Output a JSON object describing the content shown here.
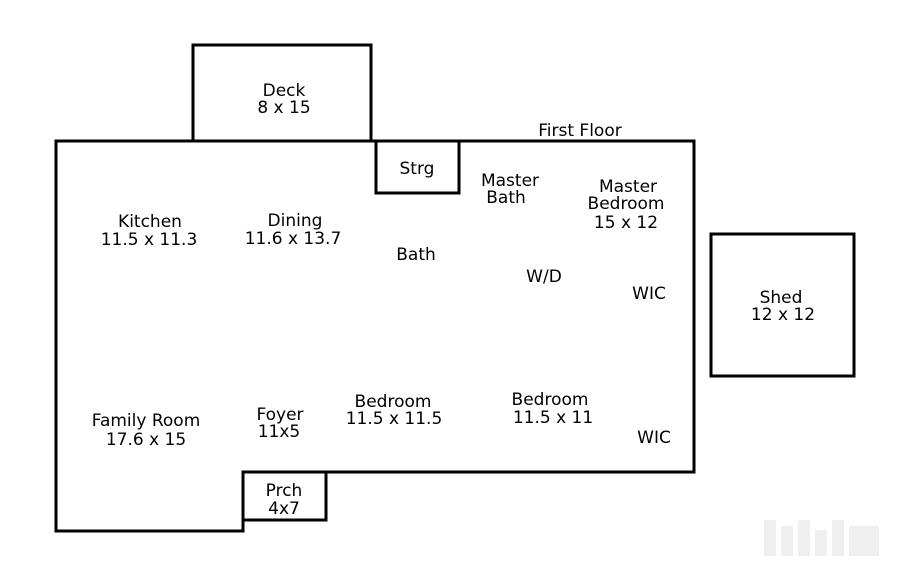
{
  "floor_title": "First Floor",
  "rooms": {
    "deck": {
      "name": "Deck",
      "dims": "8 x 15"
    },
    "storage": {
      "name": "Strg"
    },
    "master_bath": {
      "name_line1": "Master",
      "name_line2": "Bath"
    },
    "master_bedroom": {
      "name_line1": "Master",
      "name_line2": "Bedroom",
      "dims": "15 x 12"
    },
    "kitchen": {
      "name": "Kitchen",
      "dims": "11.5 x 11.3"
    },
    "dining": {
      "name": "Dining",
      "dims": "11.6 x 13.7"
    },
    "bath": {
      "name": "Bath"
    },
    "laundry": {
      "name": "W/D"
    },
    "wic_upper": {
      "name": "WIC"
    },
    "shed": {
      "name": "Shed",
      "dims": "12 x 12"
    },
    "family_room": {
      "name": "Family Room",
      "dims": "17.6 x 15"
    },
    "foyer": {
      "name": "Foyer",
      "dims": "11x5"
    },
    "bedroom_1": {
      "name": "Bedroom",
      "dims": "11.5 x 11.5"
    },
    "bedroom_2": {
      "name": "Bedroom",
      "dims": "11.5 x 11"
    },
    "wic_lower": {
      "name": "WIC"
    },
    "porch": {
      "name": "Prch",
      "dims": "4x7"
    }
  }
}
